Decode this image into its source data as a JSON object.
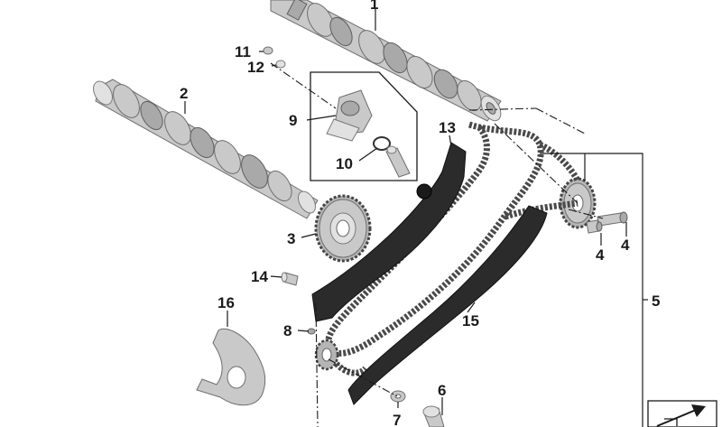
{
  "labels": {
    "p1": "1",
    "p2": "2",
    "p3": "3",
    "p4a": "4",
    "p4b": "4",
    "p5": "5",
    "p6": "6",
    "p7": "7",
    "p8": "8",
    "p9": "9",
    "p10": "10",
    "p11": "11",
    "p12": "12",
    "p13": "13",
    "p14": "14",
    "p15": "15",
    "p16": "16"
  },
  "colors": {
    "ink": "#1a1a1a",
    "metal": "#c9c9c9",
    "rail": "#2b2b2b",
    "background": "#ffffff"
  },
  "icons": {
    "corner": "repair-kit-arrow-icon"
  }
}
